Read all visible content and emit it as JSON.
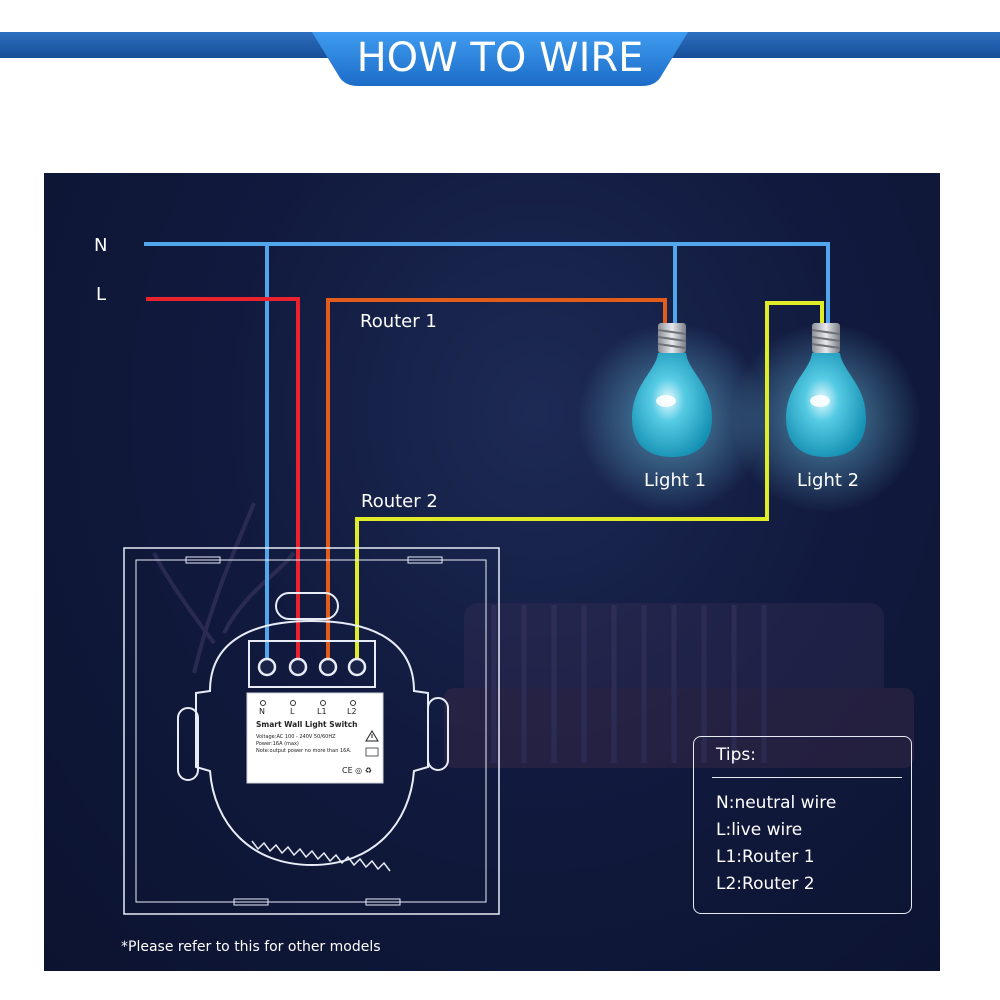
{
  "banner": {
    "title": "HOW TO WIRE"
  },
  "wires": {
    "n_label": "N",
    "l_label": "L",
    "router1": "Router 1",
    "router2": "Router 2"
  },
  "lights": [
    {
      "label": "Light 1"
    },
    {
      "label": "Light 2"
    }
  ],
  "switch_module": {
    "terminals": [
      "N",
      "L",
      "L1",
      "L2"
    ],
    "product": "Smart Wall Light Switch",
    "spec_voltage": "Voltage:AC 100 - 240V   50/60HZ",
    "spec_power": "Power:16A (max)",
    "spec_note": "Note:output power no more than 16A."
  },
  "tips": {
    "title": "Tips:",
    "items": [
      "N:neutral wire",
      "L:live wire",
      "L1:Router 1",
      "L2:Router 2"
    ]
  },
  "footnote": "*Please refer to this for other models",
  "colors": {
    "banner": "#1e5fae",
    "banner_tab": "#2b83dc",
    "neutral_wire": "#52a7ec",
    "live_wire": "#e8232e",
    "router1_wire": "#e25d1c",
    "router2_wire": "#e1ec29",
    "bulb": "#29b7d6"
  }
}
